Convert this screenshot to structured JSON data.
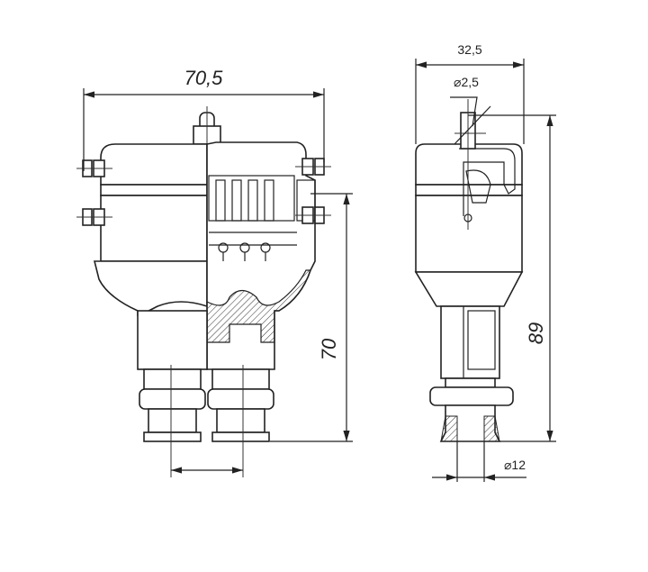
{
  "drawing": {
    "front_view": {
      "width_label": "70,5",
      "height_label": "70"
    },
    "side_view": {
      "width_label": "32,5",
      "hole_diameter_label": "⌀2,5",
      "height_label": "89",
      "cable_diameter_label": "⌀12"
    }
  }
}
